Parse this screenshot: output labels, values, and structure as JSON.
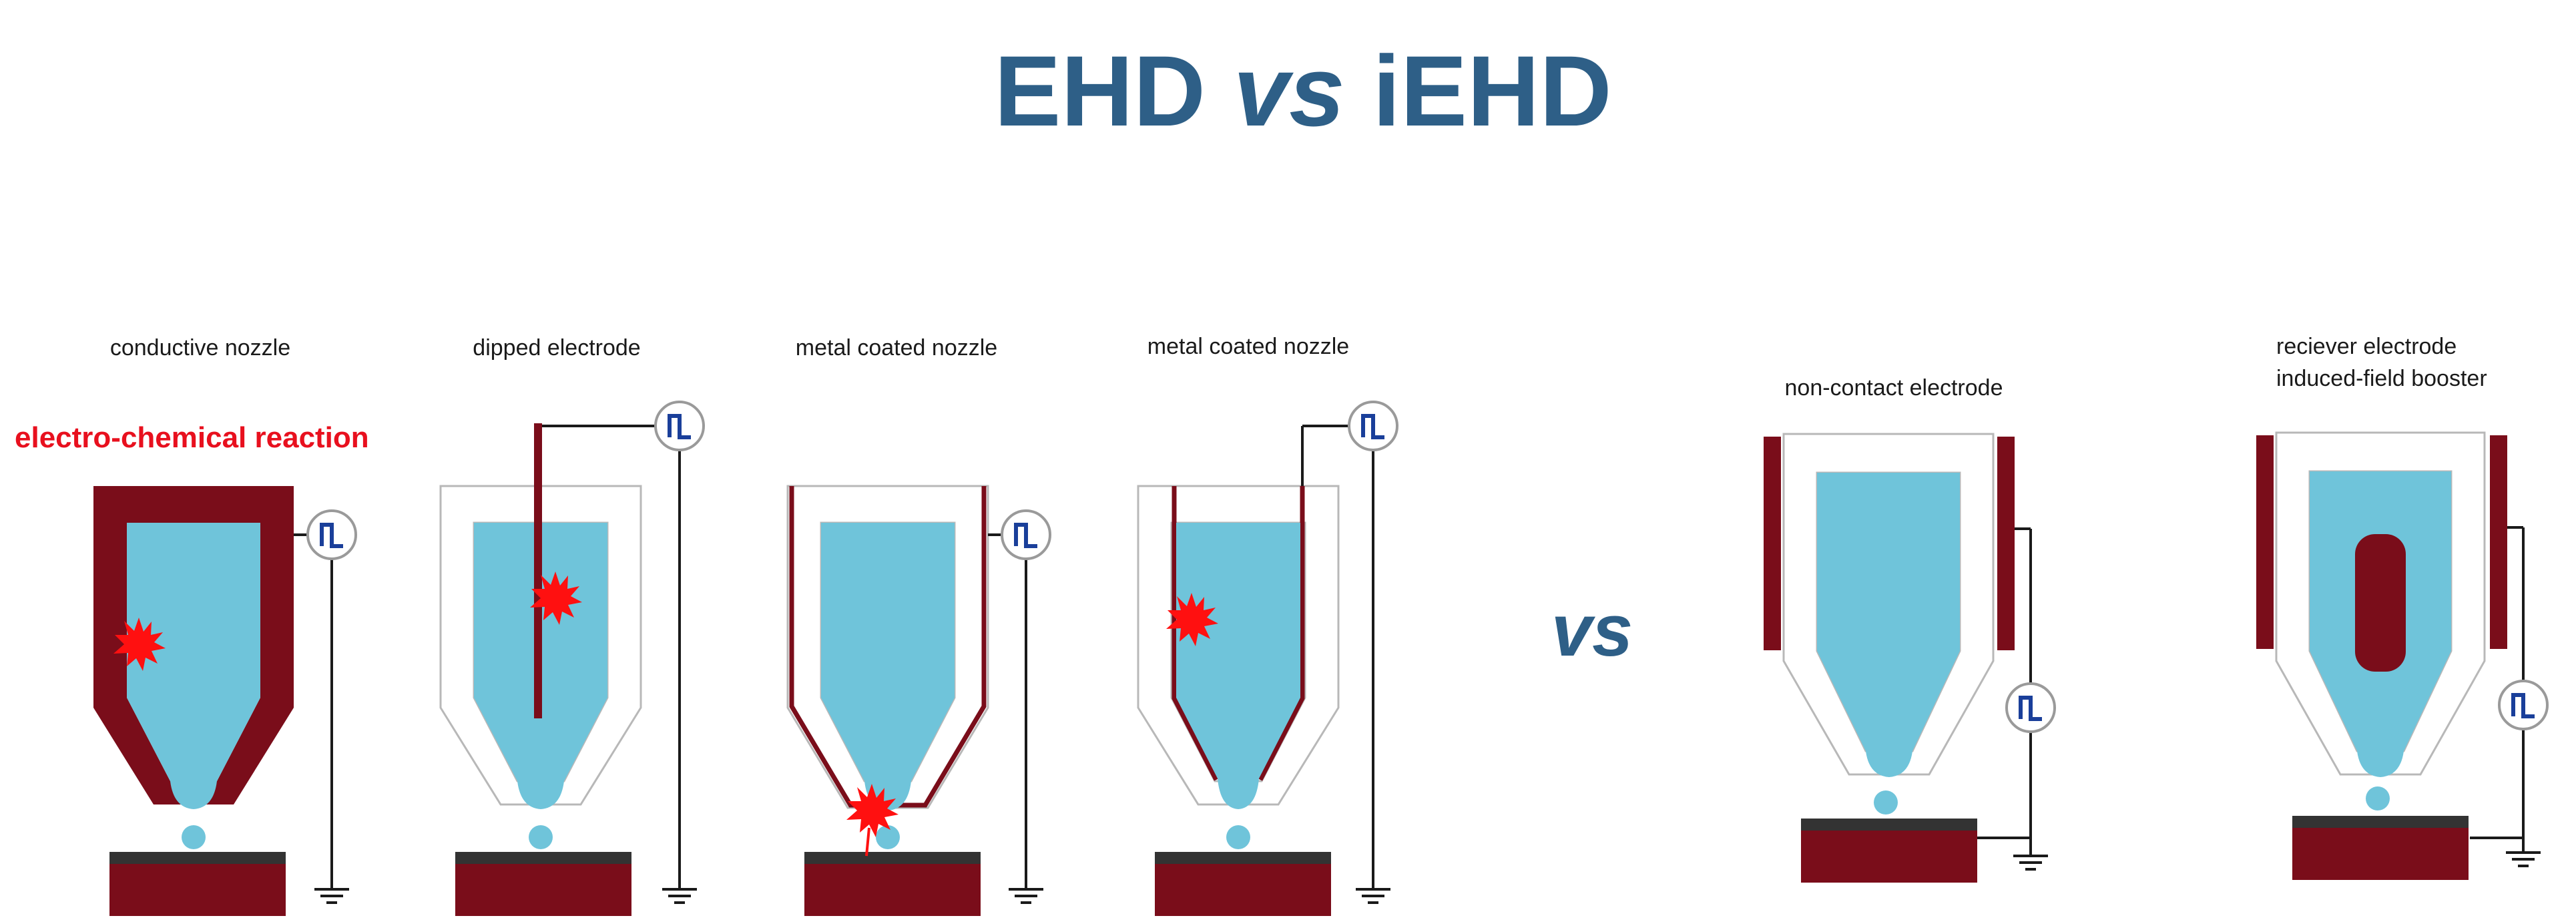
{
  "title": {
    "left": "EHD ",
    "mid": "vs",
    "right": " iEHD"
  },
  "vs_label": "vs",
  "warning": "electro-chemical reaction",
  "panels": [
    {
      "label": "conductive nozzle"
    },
    {
      "label": "dipped electrode"
    },
    {
      "label": "metal coated nozzle"
    },
    {
      "label": "metal coated nozzle"
    },
    {
      "label": "non-contact electrode"
    },
    {
      "label_line1": "reciever electrode",
      "label_line2": "induced-field booster"
    }
  ],
  "colors": {
    "title": "#2e5f87",
    "ink": "#6fc4da",
    "electrode": "#7a0d1a",
    "wall": "#ffffff",
    "wall_stroke": "#b8b8b8",
    "spark": "#ff1010",
    "warning": "#e8101e",
    "wire": "#1a1a1a",
    "source": "#1a3f9a"
  },
  "icons": [
    "pulse-source-icon",
    "ground-icon",
    "spark-icon"
  ]
}
